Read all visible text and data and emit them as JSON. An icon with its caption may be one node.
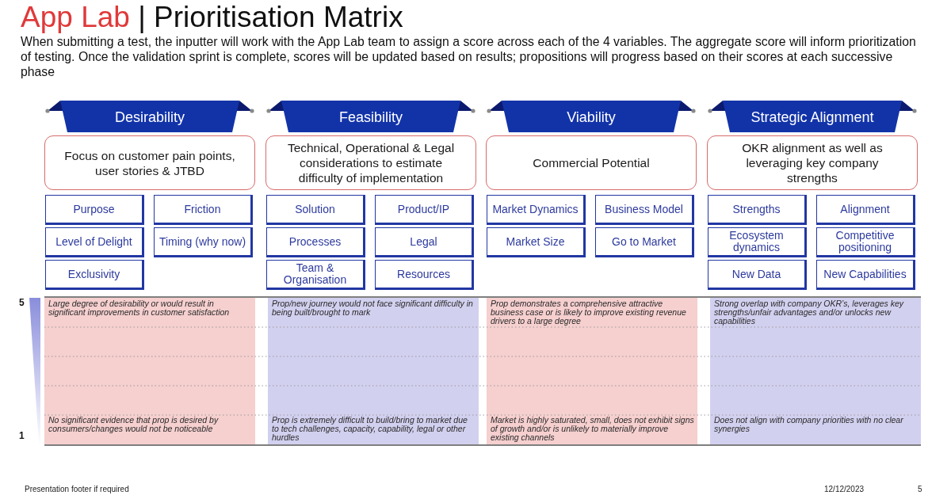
{
  "diagram": {
    "title": "App Lab | Prioritisation Matrix",
    "nodes": [
      {
        "text": [
          "Desirability"
        ]
      },
      {
        "text": [
          "Focus on customer pain points, user stories & JTBD"
        ]
      },
      {
        "text": [
          "Purpose"
        ]
      },
      {
        "text": [
          "Friction"
        ]
      },
      {
        "text": [
          "Level of Delight"
        ]
      },
      {
        "text": [
          "Timing (why now)"
        ]
      },
      {
        "text": [
          "Exclusivity"
        ]
      },
      {
        "text": [
          "Large degree of desirability or would result in significant improvements in customer satisfaction",
          "No significant evidence that prop is desired by consumers/changes would not be noticeable"
        ]
      },
      {
        "text": [
          "Feasibility"
        ]
      },
      {
        "text": [
          "Technical, Operational & Legal considerations to estimate difficulty of implementation"
        ]
      },
      {
        "text": [
          "Solution"
        ]
      },
      {
        "text": [
          "Product/IP"
        ]
      },
      {
        "text": [
          "Processes"
        ]
      },
      {
        "text": [
          "Legal"
        ]
      },
      {
        "text": [
          "Team & Organisation"
        ]
      },
      {
        "text": [
          "Resources"
        ]
      },
      {
        "text": [
          "Prop/new journey would not face significant difficulty in being built/brought to mark",
          "Prop is extremely difficult to build/bring to market due to tech challenges, capacity, capability, legal or other hurdles"
        ]
      },
      {
        "text": [
          "Viability"
        ]
      },
      {
        "text": [
          "Commercial Potential"
        ]
      },
      {
        "text": [
          "Market Dynamics"
        ]
      },
      {
        "text": [
          "Business Model"
        ]
      },
      {
        "text": [
          "Market Size"
        ]
      },
      {
        "text": [
          "Go to Market"
        ]
      },
      {
        "text": [
          "Prop demonstrates a comprehensive attractive business case or is likely to improve existing revenue drivers to a large degree",
          "Market is highly saturated, small, does not exhibit signs of growth and/or is unlikely to materially improve existing channels"
        ]
      },
      {
        "text": [
          "Strategic Alignment"
        ]
      },
      {
        "text": [
          "OKR alignment as well as leveraging key company strengths"
        ]
      },
      {
        "text": [
          "Strengths"
        ]
      },
      {
        "text": [
          "Alignment"
        ]
      },
      {
        "text": [
          "Ecosystem dynamics"
        ]
      },
      {
        "text": [
          "Competitive positioning"
        ]
      },
      {
        "text": [
          "New Data"
        ]
      },
      {
        "text": [
          "New Capabilities"
        ]
      },
      {
        "text": [
          "Strong overlap with company OKR’s, leverages key strengths/unfair advantages and/or unlocks new capabilities",
          "Does not align with company priorities with no clear synergies"
        ]
      },
      {
        "text": [],
        "shape": "triangle",
        "beside": [
          "5",
          "1"
        ]
      }
    ],
    "labels": [
      "When submitting a test, the inputter will work with the App Lab team to assign a score across each of the 4 variables. The aggregate score will inform prioritization of testing. Once the validation sprint is complete, scores will be updated based on results; propositions will progress based on their scores at each successive phase",
      "Presentation footer if required",
      "12/12/2023",
      "5"
    ]
  }
}
